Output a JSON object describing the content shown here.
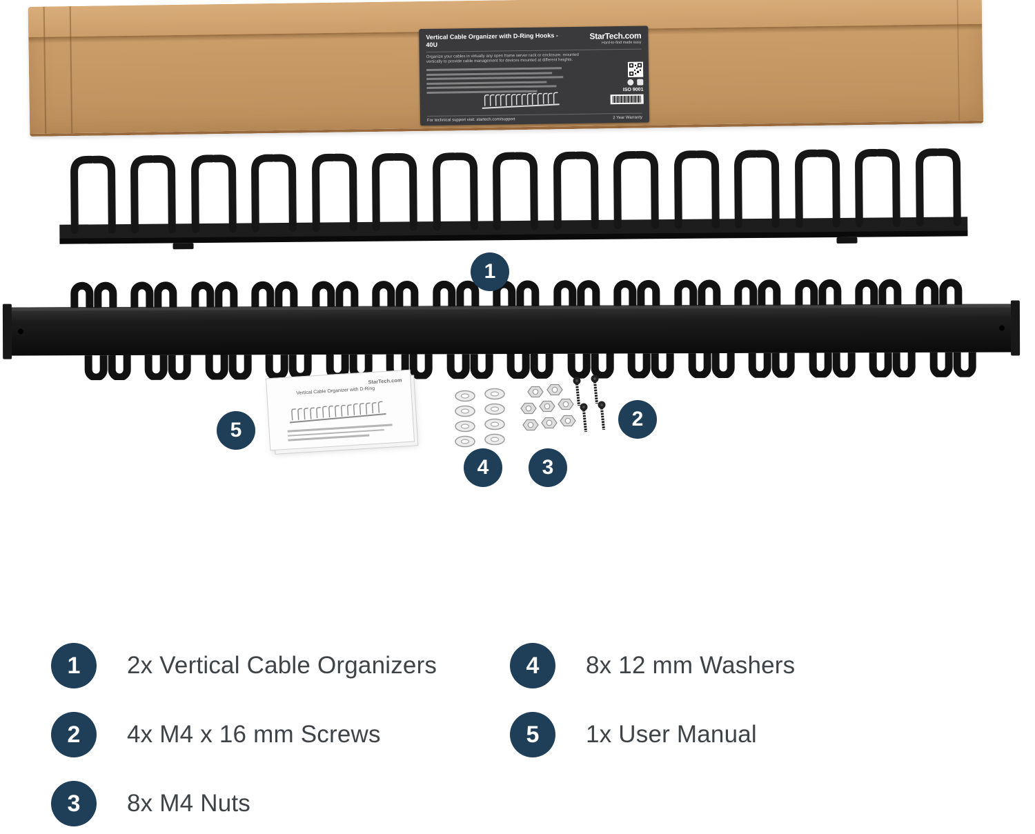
{
  "colors": {
    "badge_navy": "#1f3e58",
    "cardboard": "#c89a66",
    "label_bg": "#3a3a3c",
    "legend_text": "#3e4348"
  },
  "box_label": {
    "title": "Vertical Cable Organizer with D-Ring Hooks - 40U",
    "brand": "StarTech.com",
    "tagline": "Hard-to-find made easy",
    "description": "Organize your cables in virtually any open frame server rack or enclosure, mounted vertically to provide cable management for devices mounted at different heights.",
    "iso": "ISO 9001",
    "support": "For technical support visit: startech.com/support",
    "warranty": "2 Year Warranty"
  },
  "manual": {
    "brand": "StarTech.com",
    "title": "Vertical Cable Organizer with D-Ring"
  },
  "callouts": [
    {
      "num": "1",
      "label": "2x Vertical Cable Organizers"
    },
    {
      "num": "2",
      "label": "4x M4 x 16 mm Screws"
    },
    {
      "num": "3",
      "label": "8x M4 Nuts"
    },
    {
      "num": "4",
      "label": "8x 12 mm Washers"
    },
    {
      "num": "5",
      "label": "1x User Manual"
    }
  ]
}
